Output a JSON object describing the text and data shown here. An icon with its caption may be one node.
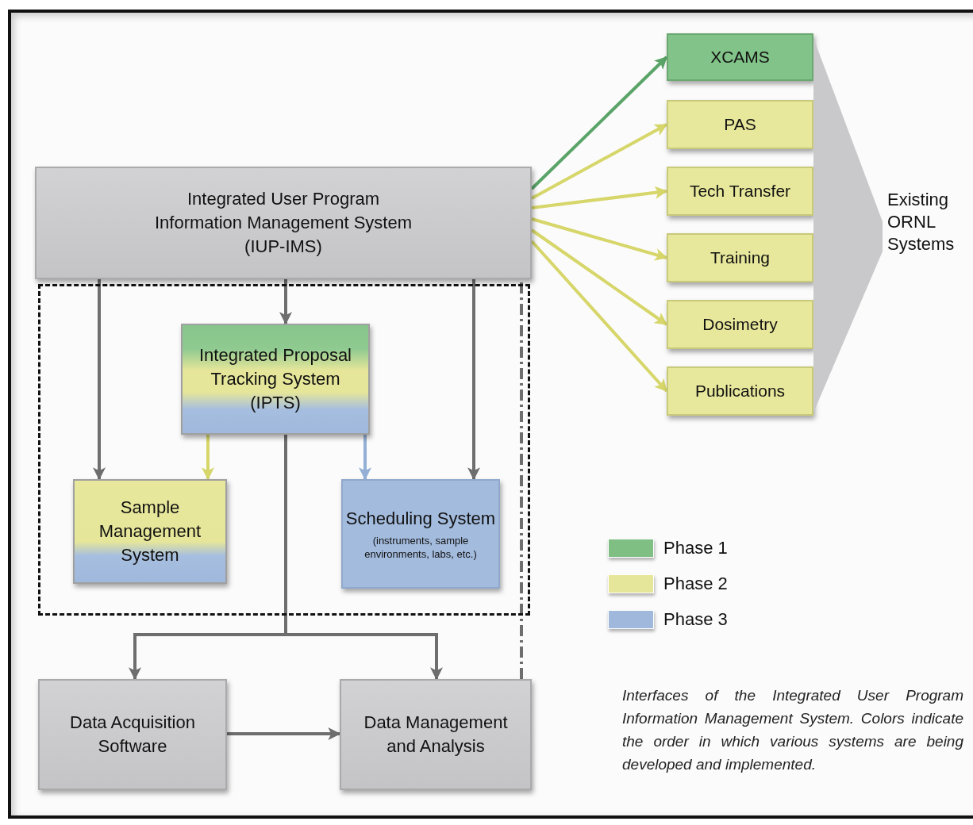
{
  "diagram": {
    "caption": "Interfaces of the Integrated User Program Information Management System. Colors indicate the order in which various systems are being developed and implemented.",
    "nodes": [
      {
        "text": [
          "Integrated User Program Information Management System (IUP-IMS)"
        ]
      },
      {
        "text": [],
        "shape": "box"
      },
      {
        "text": [
          "Integrated Proposal Tracking System (IPTS)"
        ],
        "in": 1
      },
      {
        "text": [
          "Sample Management System"
        ],
        "in": 1
      },
      {
        "text": [
          "Scheduling System",
          "(instruments, sample environments, labs, etc.)"
        ],
        "in": 1
      },
      {
        "text": [
          "Data Acquisition Software"
        ]
      },
      {
        "text": [
          "Data Management and Analysis"
        ]
      },
      {
        "text": [
          "XCAMS"
        ]
      },
      {
        "text": [
          "PAS"
        ]
      },
      {
        "text": [
          "Tech Transfer"
        ]
      },
      {
        "text": [
          "Training"
        ]
      },
      {
        "text": [
          "Dosimetry"
        ]
      },
      {
        "text": [
          "Publications"
        ]
      },
      {
        "text": [],
        "shape": "bracket",
        "beside": [
          "Existing ORNL Systems"
        ]
      }
    ],
    "edges": [
      {
        "from": 0,
        "to": 3,
        "arrow": "to"
      },
      {
        "from": 0,
        "to": 2,
        "arrow": "to"
      },
      {
        "from": 0,
        "to": 4,
        "arrow": "to"
      },
      {
        "from": 2,
        "to": 3,
        "arrow": "to",
        "color": "#d6d66a"
      },
      {
        "from": 2,
        "to": 4,
        "arrow": "to",
        "color": "#93afd6"
      },
      {
        "from": 2,
        "to": 5,
        "arrow": "to"
      },
      {
        "from": 2,
        "to": 6,
        "arrow": "to"
      },
      {
        "from": 5,
        "to": 6,
        "arrow": "to"
      },
      {
        "from": 6,
        "to": 0,
        "arrow": "none",
        "style": "dashed"
      },
      {
        "from": 0,
        "to": 7,
        "arrow": "to",
        "color": "#5aa468"
      },
      {
        "from": 0,
        "to": 8,
        "arrow": "to",
        "color": "#d6d66a"
      },
      {
        "from": 0,
        "to": 9,
        "arrow": "to",
        "color": "#d6d66a"
      },
      {
        "from": 0,
        "to": 10,
        "arrow": "to",
        "color": "#d6d66a"
      },
      {
        "from": 0,
        "to": 11,
        "arrow": "to",
        "color": "#d6d66a"
      },
      {
        "from": 0,
        "to": 12,
        "arrow": "to",
        "color": "#d6d66a"
      }
    ],
    "legend": [
      {
        "text": "Phase 1",
        "color": "#7fbf84"
      },
      {
        "text": "Phase 2",
        "color": "#e6e69a"
      },
      {
        "text": "Phase 3",
        "color": "#9fb8dc"
      }
    ]
  }
}
